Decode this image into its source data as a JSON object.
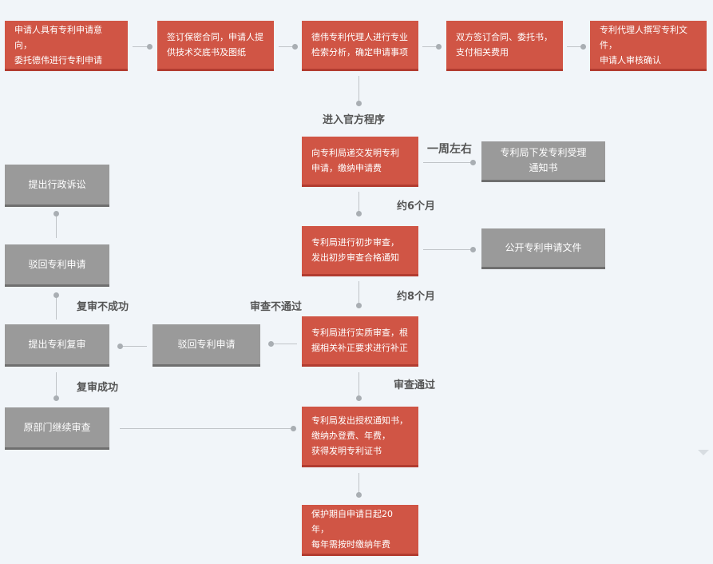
{
  "steps": {
    "s1": "申请人具有专利申请意向，\n委托德伟进行专利申请",
    "s2": "签订保密合同，申请人提\n供技术交底书及图纸",
    "s3": "德伟专利代理人进行专业\n检索分析，确定申请事项",
    "s4": "双方签订合同、委托书，\n支付相关费用",
    "s5": "专利代理人撰写专利文件，\n申请人审核确认",
    "submit": "向专利局递交发明专利\n申请，缴纳申请费",
    "prelim": "专利局进行初步审查，\n发出初步审查合格通知",
    "substantive": "专利局进行实质审查，根\n据相关补正要求进行补正",
    "grant": "专利局发出授权通知书，\n缴纳办登费、年费，\n获得发明专利证书",
    "protect": "保护期自申请日起20年，\n每年需按时缴纳年费"
  },
  "side_boxes": {
    "acceptance_notice": "专利局下发专利受理\n通知书",
    "publish": "公开专利申请文件",
    "reject": "驳回专利申请",
    "reexam": "提出专利复审",
    "reexam_reject": "驳回专利申请",
    "admin_litigation": "提出行政诉讼",
    "continue_exam": "原部门继续审查"
  },
  "labels": {
    "official": "进入官方程序",
    "one_week": "一周左右",
    "six_months": "约6个月",
    "eight_months": "约8个月",
    "fail": "审查不通过",
    "pass": "审查通过",
    "reexam_fail": "复审不成功",
    "reexam_success": "复审成功"
  },
  "colors": {
    "step": "#d05545",
    "side": "#9a9a9a",
    "background": "#f1f5f9"
  }
}
